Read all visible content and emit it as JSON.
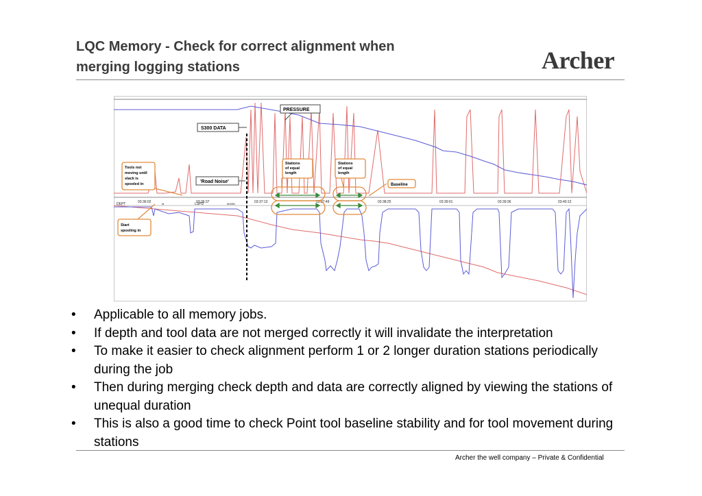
{
  "title": {
    "line1": "LQC Memory - Check for correct alignment when",
    "line2": "merging logging stations"
  },
  "logo": {
    "text": "Archer"
  },
  "figure": {
    "labels": {
      "s300": "S300 DATA",
      "pressure": "PRESSURE",
      "road_noise": "'Road Noise'",
      "baseline": "Baseline",
      "tools_not_moving": [
        "Tools not",
        "moving until",
        "slack is",
        "spooled in"
      ],
      "stations1": [
        "Stations",
        "of equal",
        "length"
      ],
      "stations2": [
        "Stations",
        "of equal",
        "length"
      ],
      "start_spooling": [
        "Start",
        "spooling in"
      ]
    },
    "times": [
      "03:36:02",
      "03:36:37",
      "03:37:13",
      "03:37:49",
      "03:38:25",
      "03:39:01",
      "03:39:36",
      "03:40:12"
    ],
    "dept_label": "DEPT",
    "dept_unit": "M",
    "lspd_label": "LSPD",
    "lspd_unit": "M/MIN",
    "colors": {
      "pressure": "#e06a6a",
      "data": "#5b5bd6",
      "callout": "#e08a3a",
      "arrow": "#3a8a3a"
    }
  },
  "bullets": [
    "Applicable to all memory jobs.",
    "If depth and tool data are not merged correctly it will invalidate the interpretation",
    "To make it easier to check alignment perform 1 or 2 longer duration stations periodically during the job",
    "Then during merging check depth and data are correctly aligned by viewing the stations of unequal duration",
    "This is also a good time to check Point tool baseline stability and for tool movement during stations"
  ],
  "footer": "Archer the well company – Private & Confidential"
}
